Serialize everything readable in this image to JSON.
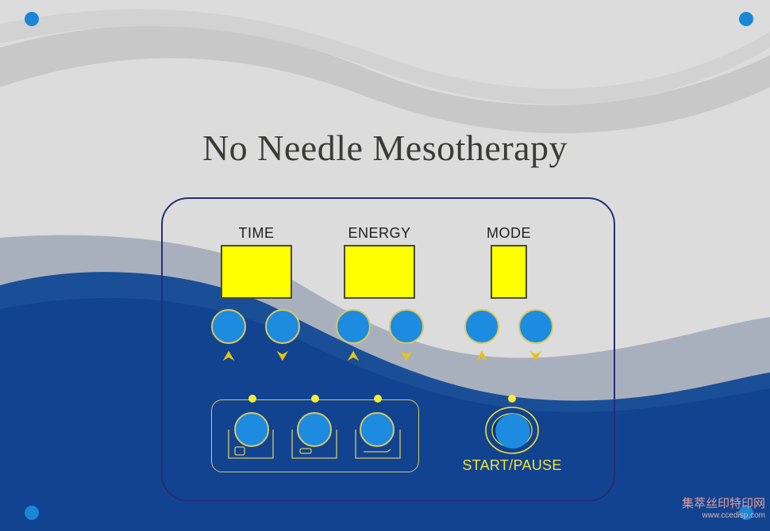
{
  "title": "No Needle Mesotherapy",
  "controls": {
    "time": {
      "label": "TIME",
      "up_icon": "chevron-up-icon",
      "down_icon": "chevron-down-icon"
    },
    "energy": {
      "label": "ENERGY",
      "up_icon": "chevron-up-icon",
      "down_icon": "chevron-down-icon"
    },
    "mode": {
      "label": "MODE",
      "up_icon": "chevron-up-icon",
      "down_icon": "chevron-down-icon"
    }
  },
  "handpieces": [
    {
      "icon": "handpiece-cup-icon"
    },
    {
      "icon": "handpiece-flat-icon"
    },
    {
      "icon": "handpiece-pen-icon"
    }
  ],
  "start_pause": {
    "label": "START/PAUSE"
  },
  "watermark": {
    "text": "集萃丝印特印网",
    "url": "www.ccedisp.com"
  },
  "colors": {
    "display": "#ffff00",
    "knob": "#1c8be0",
    "accent": "#f4e33a",
    "panel_border": "#2a2a78",
    "wave_blue": "#144a93"
  }
}
